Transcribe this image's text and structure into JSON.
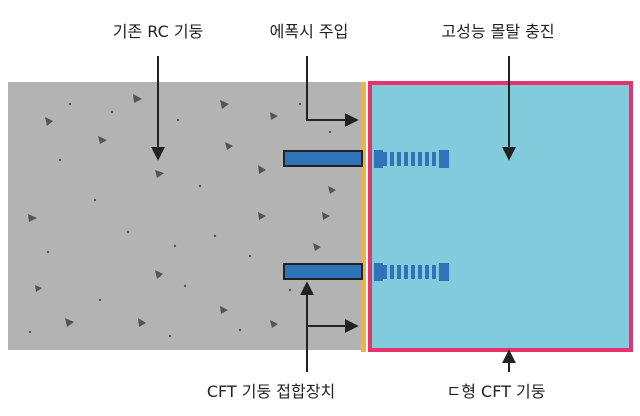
{
  "labels": {
    "existing_rc_column": "기존 RC 기둥",
    "epoxy_injection": "에폭시 주입",
    "high_strength_mortar": "고성능 몰탈 충진",
    "cft_connector": "CFT 기둥 접합장치",
    "c_shaped_cft_column": "ㄷ형 CFT 기둥"
  },
  "colors": {
    "concrete": "#b3b3b3",
    "mortar_fill": "#81cbdc",
    "cft_outline": "#e5336b",
    "epoxy_layer": "#f0b43c",
    "connector": "#2f74b8",
    "arrow": "#222222"
  }
}
